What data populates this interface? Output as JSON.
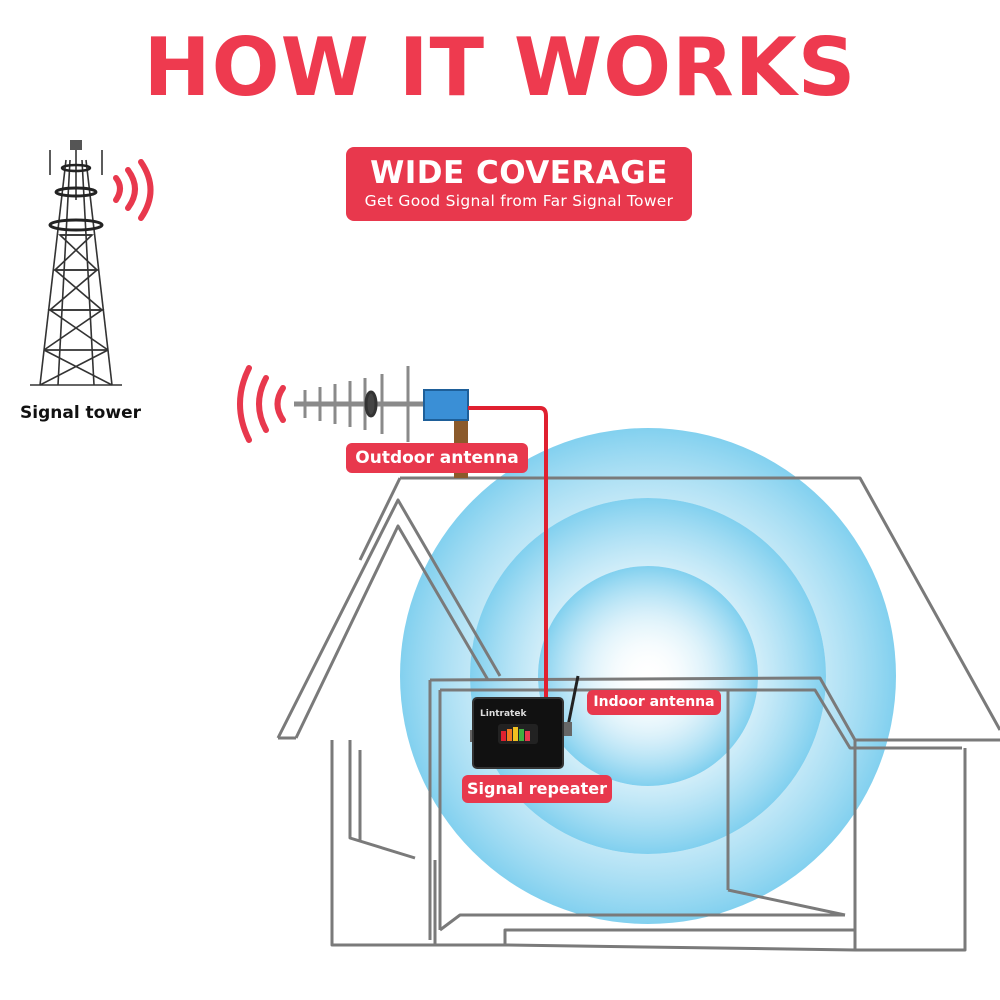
{
  "title": "HOW IT WORKS",
  "banner": {
    "heading": "WIDE COVERAGE",
    "subheading": "Get Good Signal from Far Signal Tower"
  },
  "labels": {
    "signal_tower": "Signal tower",
    "outdoor_antenna": "Outdoor antenna",
    "indoor_antenna": "Indoor antenna",
    "signal_repeater": "Signal repeater"
  },
  "repeater_brand": "Lintratek",
  "colors": {
    "accent": "#e8384d",
    "cable": "#e02030",
    "coverage": "#7fd0ee",
    "house_outline": "#7a7a7a",
    "antenna_panel": "#3a8fd6",
    "mast": "#8b5a2b"
  }
}
